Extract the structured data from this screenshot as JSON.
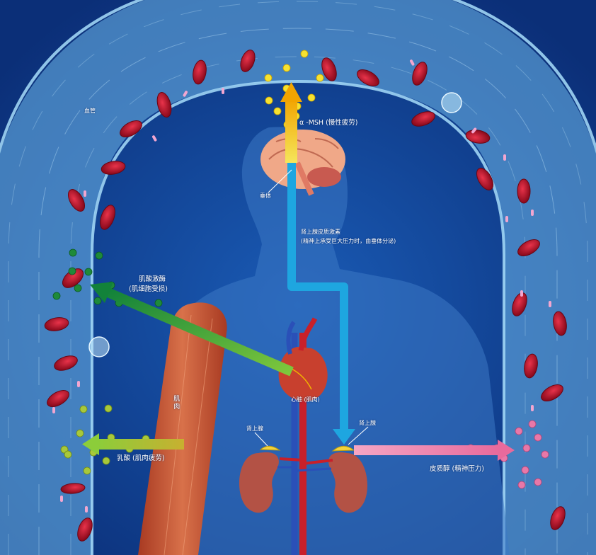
{
  "labels": {
    "vessel": "血管",
    "msh": "α -MSH (慢性疲劳)",
    "pituitary": "垂体",
    "acth_line1": "肾上腺皮质激素",
    "acth_line2": "(精神上承受巨大压力时，由垂体分泌)",
    "ck_line1": "肌酸激酶",
    "ck_line2": "(肌细胞受损)",
    "muscle": "肌肉",
    "heart": "心脏 (肌肉)",
    "adrenal_left": "肾上腺",
    "adrenal_right": "肾上腺",
    "lactate": "乳酸 (肌肉疲劳)",
    "cortisol": "皮质醇 (精神压力)"
  },
  "colors": {
    "background": "#0d3c8e",
    "vessel": "#5fa6dc",
    "red_cell": "#c8102e",
    "arrow_msh": "#f2b400",
    "arrow_acth": "#1ea6e0",
    "arrow_ck": "#1d8f3a",
    "arrow_lactate": "#8cc43c",
    "arrow_cortisol": "#e87aa8",
    "muscle": "#c0532f",
    "kidney": "#b8584a"
  }
}
